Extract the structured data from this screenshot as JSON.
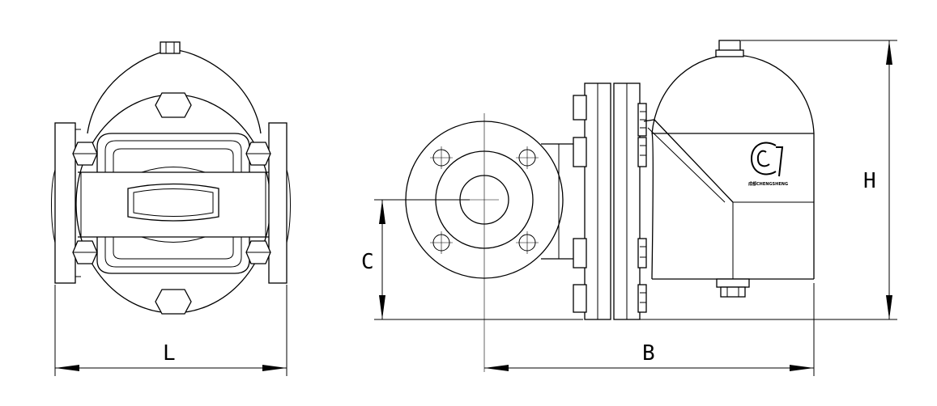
{
  "dimensions": {
    "L": "L",
    "B": "B",
    "C": "C",
    "H": "H"
  },
  "logo": {
    "text": "成都CHENGSHENG"
  },
  "colors": {
    "line": "#000000",
    "background": "#ffffff"
  }
}
